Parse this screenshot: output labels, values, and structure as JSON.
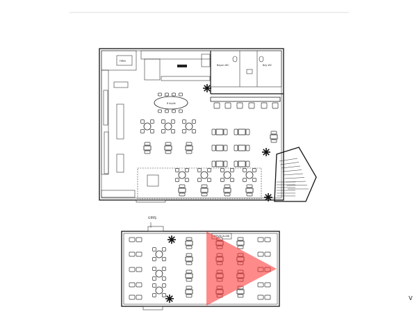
{
  "header": {
    "rule_color": "#dddddd"
  },
  "plan": {
    "rooms": {
      "kitchen_sign": "FIRIN",
      "restroom_left": "Bayan WC",
      "restroom_right": "Bay WC",
      "long_table_label": "8 kişilik"
    },
    "entrance_label": "GİRİŞ",
    "terrace": {
      "service_label": "SERVİS ALANI"
    }
  },
  "overlay": {
    "view_cone_color": "#ff2a2a",
    "view_cone_opacity": 0.55
  },
  "icons": {
    "plant": "plant-icon",
    "stairs": "stairs-icon",
    "door": "door-icon",
    "camera_cone": "camera-view-cone-icon"
  }
}
